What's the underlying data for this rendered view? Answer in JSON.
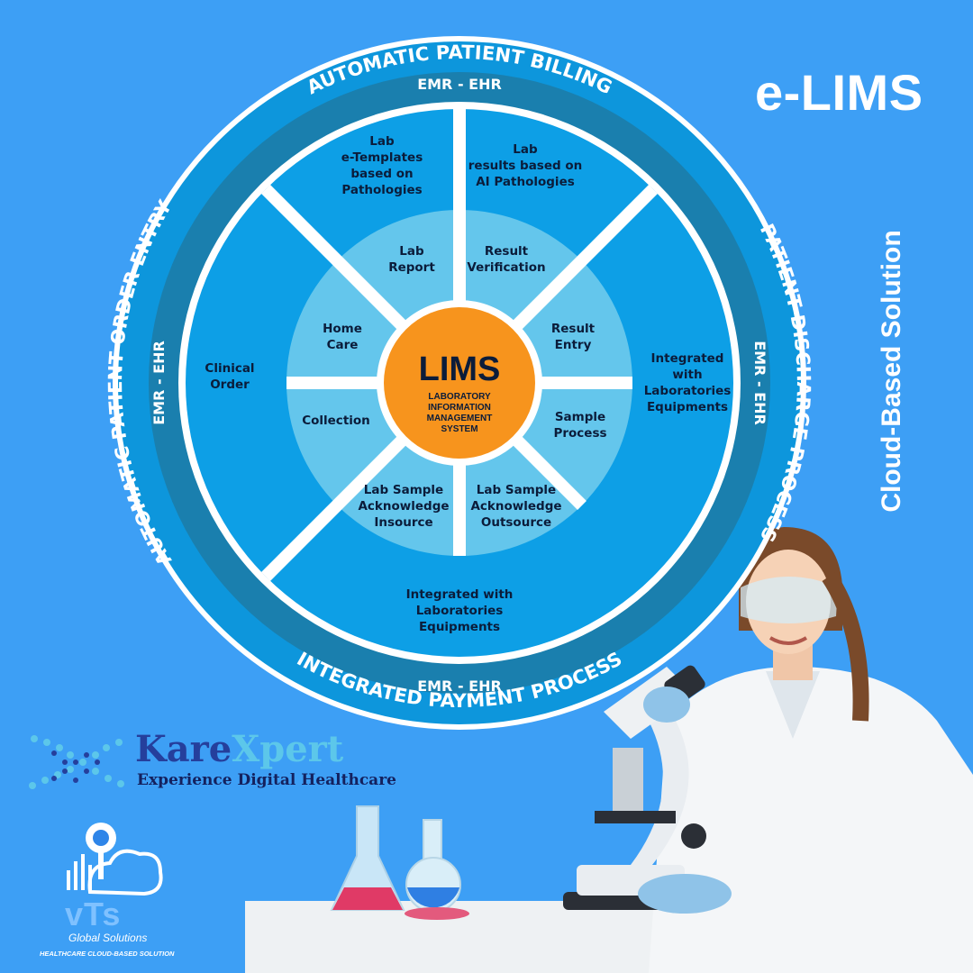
{
  "title": "e-LIMS",
  "side_label": "Cloud-Based Solution",
  "outer_ring": {
    "top": "AUTOMATIC PATIENT BILLING",
    "left": "AUTOMATIC PATIENT ORDER ENTRY",
    "right": "PATIENT DISCHARGE PROCESS",
    "bottom": "INTEGRATED PAYMENT PROCESS"
  },
  "emr_ring": {
    "top": "EMR - EHR",
    "left": "EMR - EHR",
    "right": "EMR - EHR",
    "bottom": "EMR - EHR"
  },
  "outer_segments": [
    {
      "lines": [
        "Lab",
        "e-Templates",
        "based on",
        "Pathologies"
      ]
    },
    {
      "lines": [
        "Lab",
        "results based on",
        "AI Pathologies"
      ]
    },
    {
      "lines": [
        "Integrated",
        "with",
        "Laboratories",
        "Equipments"
      ]
    },
    {
      "lines": [
        "Integrated with",
        "Laboratories",
        "Equipments"
      ]
    },
    {
      "lines": [
        "Clinical",
        "Order"
      ]
    }
  ],
  "inner_segments": [
    {
      "lines": [
        "Lab",
        "Report"
      ]
    },
    {
      "lines": [
        "Result",
        "Verification"
      ]
    },
    {
      "lines": [
        "Result",
        "Entry"
      ]
    },
    {
      "lines": [
        "Sample",
        "Process"
      ]
    },
    {
      "lines": [
        "Lab Sample",
        "Acknowledge",
        "Outsource"
      ]
    },
    {
      "lines": [
        "Lab Sample",
        "Acknowledge",
        "Insource"
      ]
    },
    {
      "lines": [
        "Collection"
      ]
    },
    {
      "lines": [
        "Home",
        "Care"
      ]
    }
  ],
  "center": {
    "title": "LIMS",
    "lines": [
      "LABORATORY",
      "INFORMATION",
      "MANAGEMENT",
      "SYSTEM"
    ]
  },
  "karexpert": {
    "name_part1": "Kare",
    "name_part2": "Xpert",
    "tagline": "Experience Digital Healthcare"
  },
  "vts": {
    "name": "vTs",
    "sub": "Global Solutions",
    "tagline": "HEALTHCARE CLOUD-BASED SOLUTION"
  },
  "colors": {
    "background": "#3d9ff5",
    "ring_outer": "#0d96dc",
    "ring_emr": "#1a7fae",
    "segment_outer": "#0d9fe6",
    "segment_inner": "#64c6ec",
    "center": "#f7941d",
    "separator": "#ffffff"
  }
}
